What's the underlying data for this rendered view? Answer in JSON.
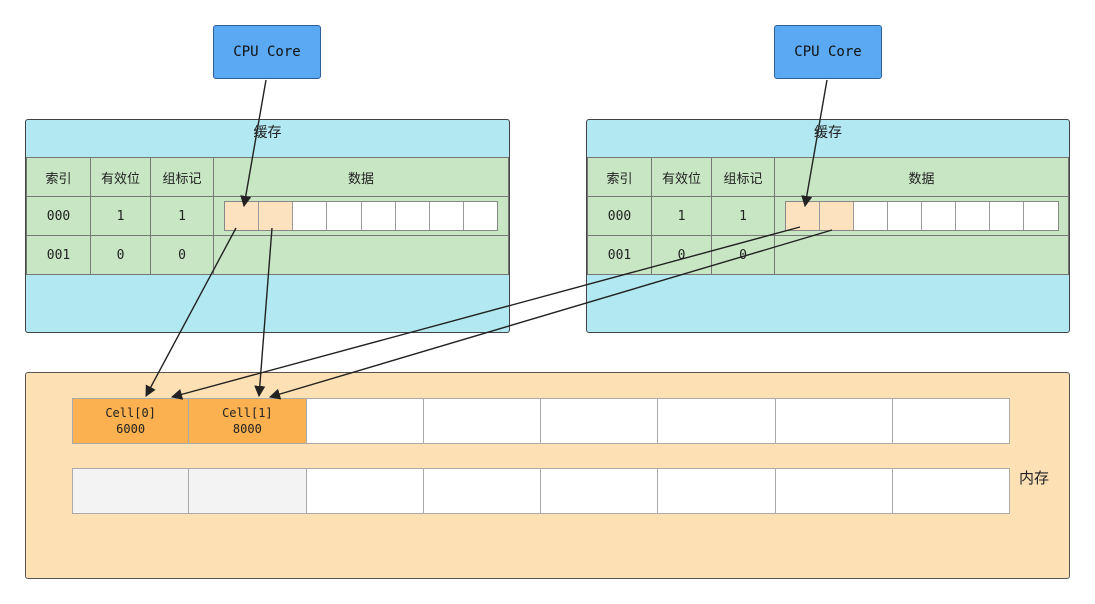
{
  "cpu_left": {
    "label": "CPU Core"
  },
  "cpu_right": {
    "label": "CPU Core"
  },
  "cache_left": {
    "title": "缓存",
    "headers": [
      "索引",
      "有效位",
      "组标记",
      "数据"
    ],
    "rows": [
      {
        "index": "000",
        "valid": "1",
        "tag": "1"
      },
      {
        "index": "001",
        "valid": "0",
        "tag": "0"
      }
    ]
  },
  "cache_right": {
    "title": "缓存",
    "headers": [
      "索引",
      "有效位",
      "组标记",
      "数据"
    ],
    "rows": [
      {
        "index": "000",
        "valid": "1",
        "tag": "1"
      },
      {
        "index": "001",
        "valid": "0",
        "tag": "0"
      }
    ]
  },
  "memory": {
    "label": "内存",
    "row1": [
      {
        "name": "Cell[0]",
        "value": "6000"
      },
      {
        "name": "Cell[1]",
        "value": "8000"
      },
      {
        "name": "",
        "value": ""
      },
      {
        "name": "",
        "value": ""
      },
      {
        "name": "",
        "value": ""
      },
      {
        "name": "",
        "value": ""
      },
      {
        "name": "",
        "value": ""
      },
      {
        "name": "",
        "value": ""
      }
    ]
  },
  "colors": {
    "cpu": "#5aa9f2",
    "cache": "#b1e8f1",
    "table": "#c8e6c4",
    "memory": "#fde1b5",
    "hot_cell": "#fbb14f",
    "hot_cache_cell": "#fde2c0"
  }
}
